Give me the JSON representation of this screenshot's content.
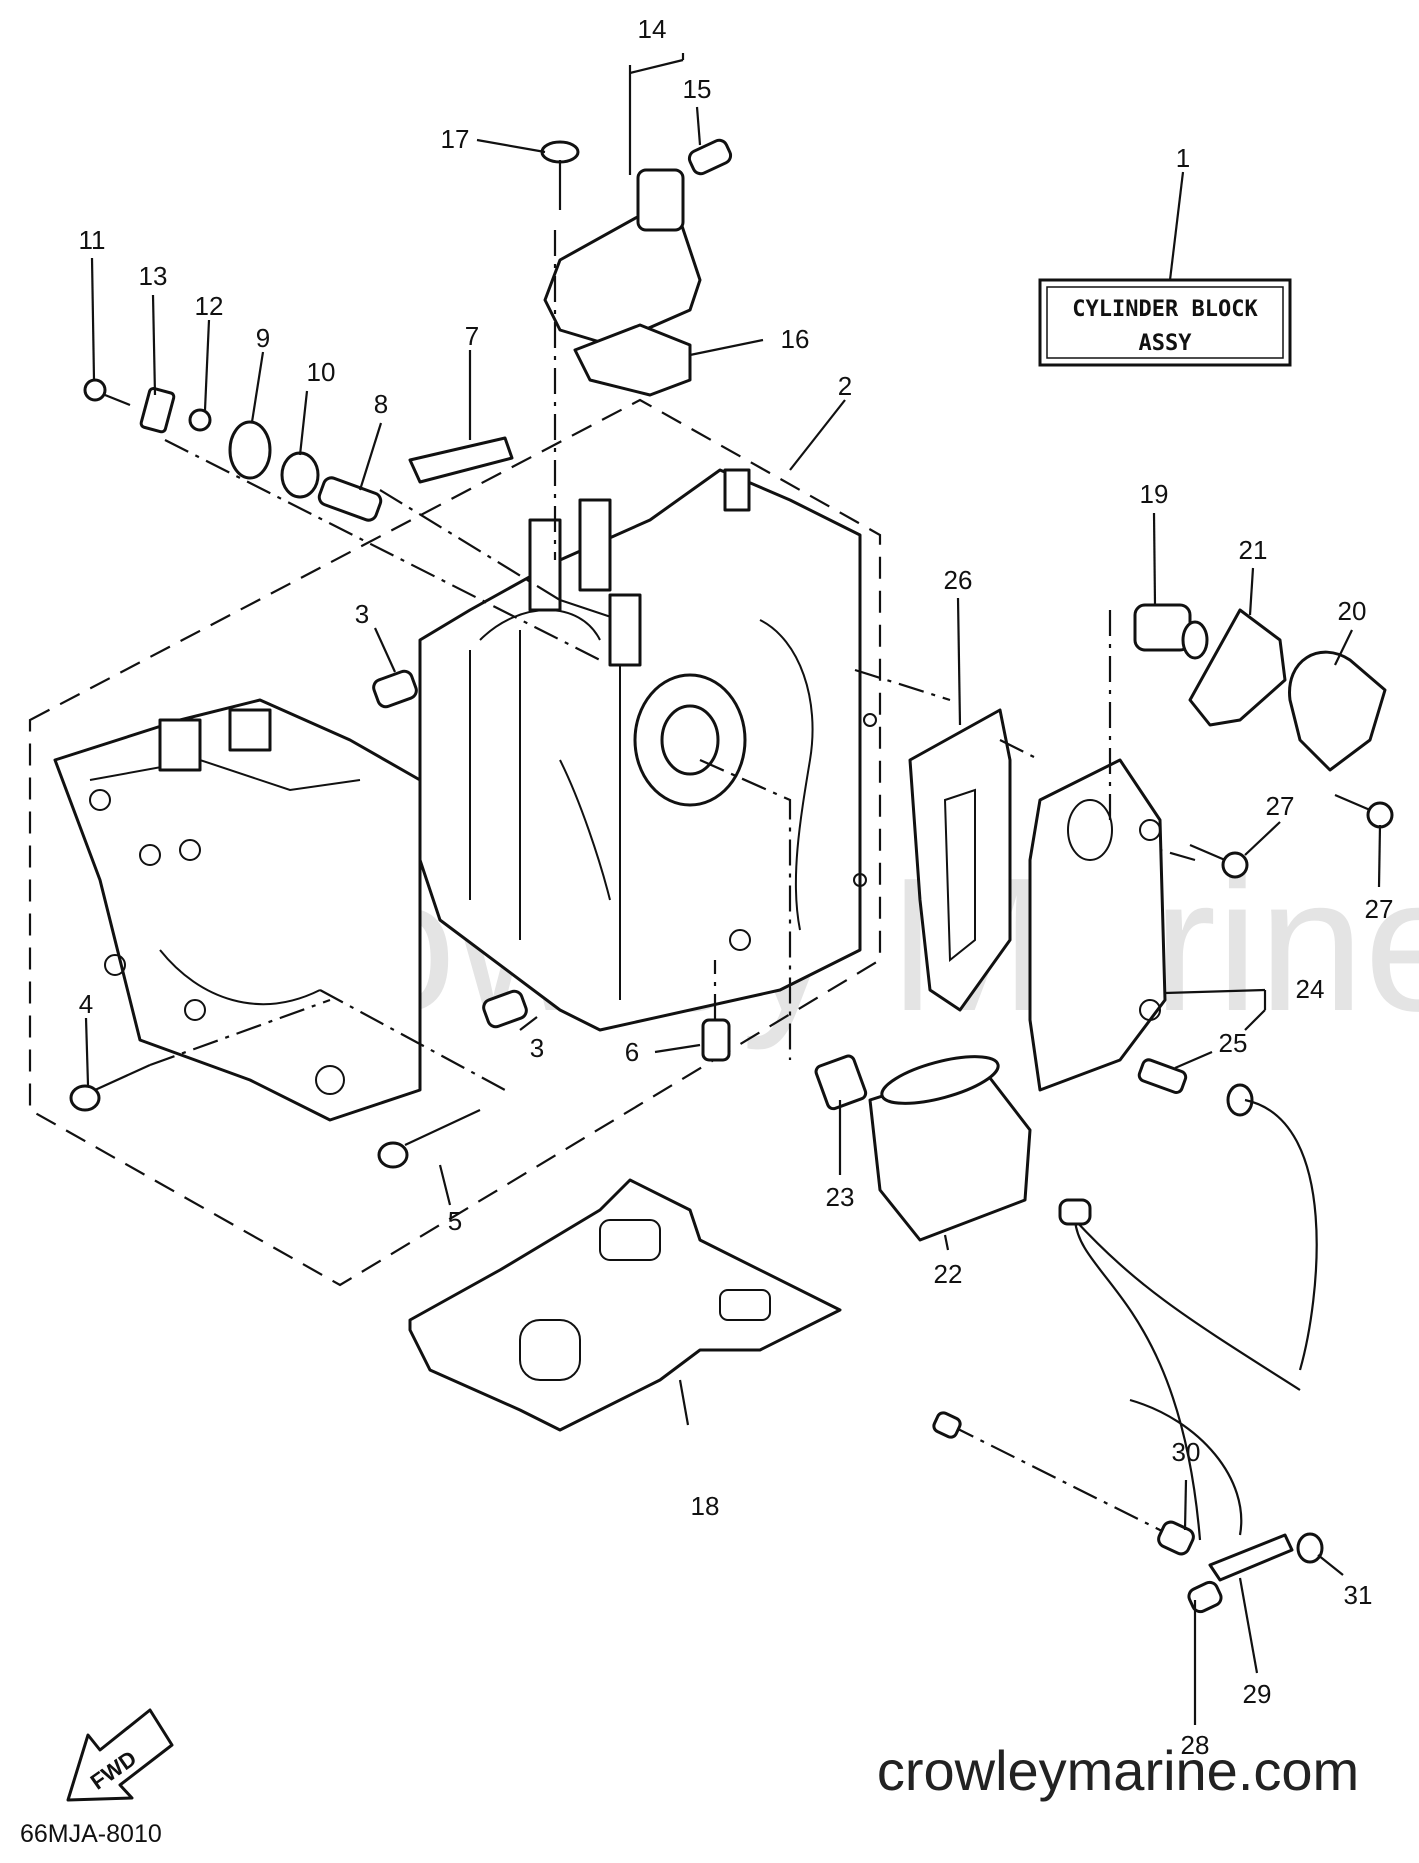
{
  "watermark": "Crowley Marine",
  "site_url": "crowleymarine.com",
  "diagram_code": "66MJA-8010",
  "fwd_label": "FWD",
  "assy_box": {
    "line1": "CYLINDER BLOCK",
    "line2": "ASSY"
  },
  "callouts": [
    "1",
    "2",
    "3",
    "3",
    "4",
    "5",
    "6",
    "7",
    "8",
    "9",
    "10",
    "11",
    "12",
    "13",
    "14",
    "15",
    "16",
    "17",
    "18",
    "19",
    "20",
    "21",
    "22",
    "23",
    "24",
    "25",
    "26",
    "27",
    "27",
    "28",
    "29",
    "30",
    "31"
  ]
}
